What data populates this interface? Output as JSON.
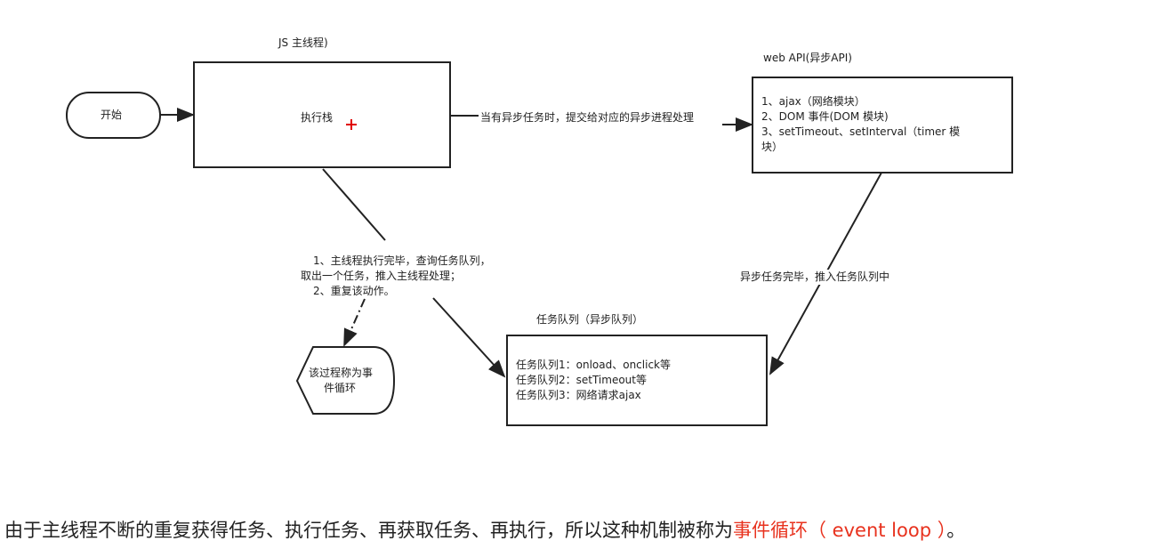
{
  "start": {
    "label": "开始"
  },
  "main_thread": {
    "title": "JS 主线程)",
    "stack": "执行栈"
  },
  "to_webapi": "当有异步任务时，提交给对应的异步进程处理",
  "webapi": {
    "title": "web API(异步API)",
    "lines": [
      "1、ajax（网络模块）",
      "2、DOM 事件(DOM 模块)",
      "3、setTimeout、setInterval（timer 模",
      "块）"
    ]
  },
  "to_queue": "异步任务完毕，推入任务队列中",
  "loop_note": [
    "1、主线程执行完毕，查询任务队列，",
    "取出一个任务，推入主线程处理；",
    "2、重复该动作。"
  ],
  "event_loop_shape": [
    "该过程称为事",
    "件循环"
  ],
  "queue": {
    "title": "任务队列（异步队列）",
    "lines": [
      "任务队列1：onload、onclick等",
      "任务队列2：setTimeout等",
      "任务队列3：网络请求ajax"
    ]
  },
  "caption": {
    "main": "由于主线程不断的重复获得任务、执行任务、再获取任务、再执行，所以这种机制被称为",
    "highlight": "事件循环（ event loop ）",
    "end": "。"
  },
  "colors": {
    "highlight": "#e8321e",
    "cursor": "#e00000"
  }
}
